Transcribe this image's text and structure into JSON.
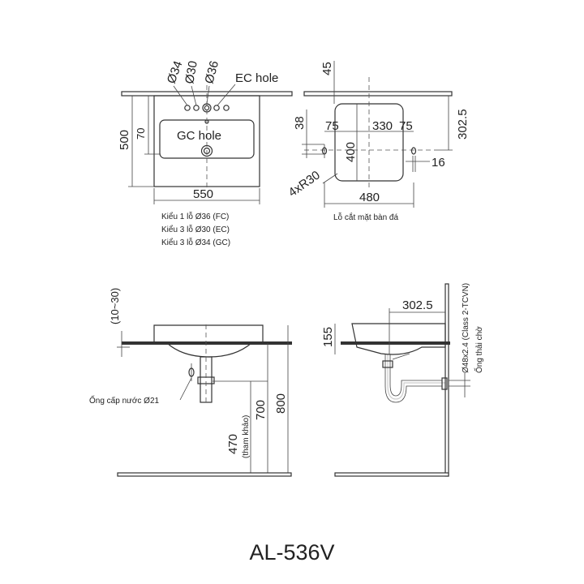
{
  "model": "AL-536V",
  "top_view": {
    "hole_labels": [
      "Ø34",
      "Ø30",
      "Ø36"
    ],
    "ec_hole": "EC hole",
    "gc_hole": "GC hole",
    "dim_width": "550",
    "dim_height": "500",
    "dim_70": "70",
    "notes": [
      "Kiểu 1 lỗ Ø36 (FC)",
      "Kiểu 3 lỗ Ø30 (EC)",
      "Kiểu 3 lỗ Ø34 (GC)"
    ]
  },
  "cutout_view": {
    "dim_45": "45",
    "dim_3025": "302.5",
    "dim_38": "38",
    "dim_75a": "75",
    "dim_330": "330",
    "dim_75b": "75",
    "dim_400": "400",
    "dim_16": "16",
    "dim_radius": "4xR30",
    "dim_480": "480",
    "caption": "Lỗ cắt mặt bàn đá"
  },
  "front_view": {
    "dim_range": "(10~30)",
    "supply_pipe": "Ống cấp nước Ø21",
    "dim_470": "470",
    "dim_470_note": "(tham khảo)",
    "dim_700": "700",
    "dim_800": "800"
  },
  "side_view": {
    "dim_3025": "302.5",
    "dim_155": "155",
    "drain_spec": "Ø48x2.4 (Class 2-TCVN)",
    "drain_label": "Ống thải chờ"
  }
}
